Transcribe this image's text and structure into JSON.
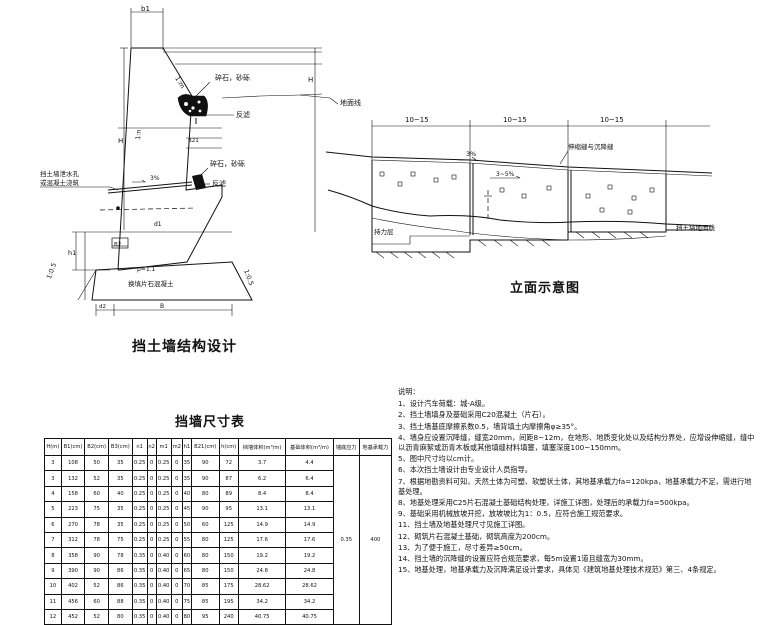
{
  "section": {
    "top_dim": "b1",
    "labels": {
      "H": "H",
      "ratio_left": "1:n",
      "ratio_right": "1:m",
      "fill": "碎石，砂砾",
      "fill2": "碎石，砂砾",
      "drain": "反滤",
      "drain2": "反滤",
      "ground": "地面线",
      "slope_pct": "3%",
      "outlet": "挡土墙泄水孔",
      "outlet2": "或混凝土浇筑",
      "b": "B",
      "h1": "h1",
      "base_ratio": "1:0.5",
      "base_ratio2": "1:0.5",
      "pile": "p=1.1",
      "base_mat": "换填片石混凝土",
      "b2": "B2",
      "d1": "d1",
      "d2": "d2",
      "b21": "B21"
    },
    "title": "挡土墙结构设计"
  },
  "elevation": {
    "dims": [
      "10~15",
      "10~15",
      "10~15"
    ],
    "labels": {
      "joint": "伸缩缝与沉降缝",
      "slope": "3%",
      "sub_slope": "3~5%",
      "base_layer": "持力层",
      "ground": "挡土墙地面线"
    },
    "title": "立面示意图"
  },
  "table": {
    "title": "挡墙尺寸表",
    "headers": [
      "H(m)",
      "B1(cm)",
      "B2(cm)",
      "B3(cm)",
      "n1",
      "n2",
      "m1",
      "m2",
      "h1",
      "B21(cm)",
      "h(cm)",
      "挡墙体积(m³/m)",
      "基础体积(m³/m)",
      "墙底应力",
      "地基承载力"
    ],
    "rows": [
      [
        "3",
        "108",
        "50",
        "35",
        "0.25",
        "0",
        "0.25",
        "0",
        "35",
        "90",
        "72",
        "3.7",
        "4.4",
        "",
        ""
      ],
      [
        "3",
        "132",
        "52",
        "35",
        "0.25",
        "0",
        "0.25",
        "0",
        "35",
        "90",
        "87",
        "6.2",
        "6.4",
        "",
        ""
      ],
      [
        "4",
        "158",
        "60",
        "40",
        "0.25",
        "0",
        "0.25",
        "0",
        "40",
        "80",
        "89",
        "8.4",
        "8.4",
        "",
        ""
      ],
      [
        "5",
        "223",
        "75",
        "35",
        "0.25",
        "0",
        "0.25",
        "0",
        "45",
        "90",
        "95",
        "13.1",
        "13.1",
        "",
        ""
      ],
      [
        "6",
        "270",
        "78",
        "35",
        "0.25",
        "0",
        "0.25",
        "0",
        "50",
        "60",
        "125",
        "14.9",
        "14.9",
        "",
        ""
      ],
      [
        "7",
        "312",
        "78",
        "75",
        "0.25",
        "0",
        "0.25",
        "0",
        "55",
        "80",
        "125",
        "17.6",
        "17.6",
        "",
        ""
      ],
      [
        "8",
        "358",
        "90",
        "78",
        "0.35",
        "0",
        "0.40",
        "0",
        "60",
        "80",
        "150",
        "19.2",
        "19.2",
        "",
        ""
      ],
      [
        "9",
        "390",
        "90",
        "86",
        "0.35",
        "0",
        "0.40",
        "0",
        "65",
        "80",
        "150",
        "24.8",
        "24.8",
        "",
        ""
      ],
      [
        "10",
        "402",
        "52",
        "86",
        "0.35",
        "0",
        "0.40",
        "0",
        "70",
        "85",
        "175",
        "28.62",
        "28.62",
        "",
        ""
      ],
      [
        "11",
        "456",
        "60",
        "88",
        "0.35",
        "0",
        "0.40",
        "0",
        "75",
        "85",
        "195",
        "34.2",
        "34.2",
        "",
        ""
      ],
      [
        "12",
        "452",
        "52",
        "80",
        "0.35",
        "0",
        "0.40",
        "0",
        "80",
        "95",
        "240",
        "40.75",
        "40.75",
        "",
        ""
      ]
    ],
    "merged_stress": "0.35",
    "merged_bearing": "400"
  },
  "notes": {
    "heading": "说明：",
    "items": [
      "1、设计汽车荷载：城-A级。",
      "2、挡土墙填身及基础采用C20混凝土（片石）。",
      "3、挡土墙基底摩擦系数0.5，墙背填土内摩擦角φ≥35°。",
      "4、墙身应设置沉降缝，缝宽20mm，间距8~12m，在地形、地质变化处以及结构分界处，应增设伸缩缝，缝中以沥青麻絮或沥青木板或其他填缝材料填塞，填塞深度100~150mm。",
      "5、图中尺寸均以cm计。",
      "6、本次挡土墙设计由专业设计人员指导。",
      "7、根据地勘资料可知，天然土体为可塑、软塑状土体，其地基承载力fa=120kpa，地基承载力不足，需进行地基处理。",
      "8、地基处理采用C25片石混凝土基础结构处理，详施工详图，处理后的承载力fa=500kpa。",
      "9、基础采用机械放坡开挖，放坡坡比为1：0.5，应符合施工规范要求。",
      "11、挡土墙及地基处理尺寸见施工详图。",
      "12、砌筑片石混凝土基础，砌筑高度为200cm。",
      "13、为了便于施工，尽寸差异≥50cm。",
      "14、挡土墙的沉降缝的设置应符合规范要求，每5m设置1道且缝宽为30mm。",
      "15、地基处理，地基承载力及沉降满足设计要求，具体见《建筑地基处理技术规范》第三、4条规定。"
    ]
  }
}
